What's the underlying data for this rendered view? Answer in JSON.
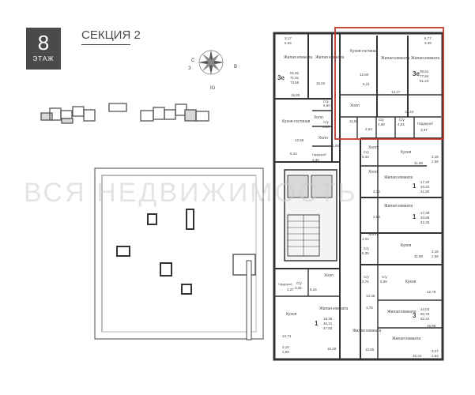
{
  "header": {
    "floor_number": "8",
    "floor_label": "ЭТАЖ",
    "section_title": "СЕКЦИЯ 2"
  },
  "compass": {
    "n": "С",
    "e": "В",
    "s": "Ю",
    "w": "З"
  },
  "watermark": "ВСЯ НЕДВИЖИМОСТЬ",
  "colors": {
    "highlight": "#c0392b",
    "wall": "#333333",
    "fill": "#d8d8d8"
  },
  "labels": {
    "kitchen_living": "Кухня-гостиная",
    "living_room": "Жилая комната",
    "kitchen": "Кухня",
    "hall": "Холл",
    "bath": "С/у",
    "wardrobe": "Гардероб"
  },
  "apartments": [
    {
      "id": "top-right",
      "rooms": "3е",
      "areas": [
        "39,61",
        "77,84",
        "81,23"
      ]
    },
    {
      "id": "top-left",
      "rooms": "3е",
      "areas": [
        "51,92",
        "71,91",
        "73,55"
      ]
    },
    {
      "id": "right-1",
      "rooms": "1",
      "areas": [
        "17,40",
        "40,22",
        "41,80"
      ]
    },
    {
      "id": "right-2",
      "rooms": "1",
      "areas": [
        "17,38",
        "40,68",
        "42,26"
      ]
    },
    {
      "id": "bottom-left",
      "rooms": "1",
      "areas": [
        "18,36",
        "46,21",
        "47,83"
      ]
    },
    {
      "id": "bottom-right",
      "rooms": "3",
      "areas": [
        "44,03",
        "80,78",
        "82,42"
      ]
    }
  ],
  "room_values": {
    "v1": "6,77",
    "v2": "3,39",
    "v3": "3,17",
    "v4": "5,64",
    "v5": "12,60",
    "v6": "6,21",
    "v7": "14,17",
    "v8": "10,44",
    "v9": "16,02",
    "v10": "15,80",
    "v11": "6,60",
    "v12": "4,06",
    "v13": "11,58",
    "v14": "2,06",
    "v15": "4,04",
    "v16": "2,53",
    "v17": "3,37",
    "v18": "12,59",
    "v19": "6,43",
    "v20": "11,08",
    "v21": "3,30",
    "v22": "11,99",
    "v23": "3,15",
    "v24": "1,58",
    "v25": "6,33",
    "v26": "3,30",
    "v27": "2,53",
    "v28": "4,04",
    "v29": "6,35",
    "v30": "11,99",
    "v31": "3,15",
    "v32": "1,58",
    "v33": "3,32",
    "v34": "6,24",
    "v35": "3,27",
    "v36": "2,75",
    "v37": "6,09",
    "v38": "13,36",
    "v39": "3,75",
    "v40": "12,78",
    "v41": "15,86",
    "v42": "13,74",
    "v43": "18,28",
    "v44": "12,65",
    "v45": "3,15",
    "v46": "1,58",
    "v47": "15,34",
    "v48": "3,27",
    "v49": "1,64"
  }
}
